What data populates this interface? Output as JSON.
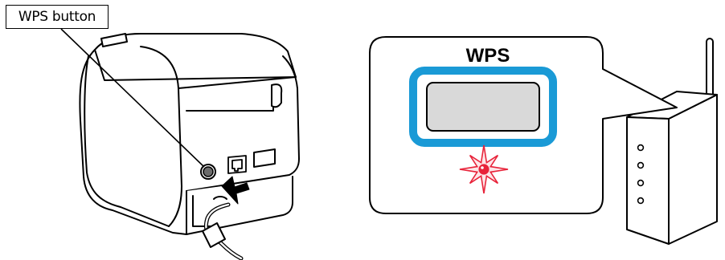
{
  "callout": {
    "label": "WPS button"
  },
  "panel": {
    "title": "WPS"
  },
  "colors": {
    "accent_blue": "#1a9ad6",
    "alert_red": "#e8233a",
    "display_grey": "#d9d9d9",
    "line": "#000000"
  },
  "icons": [
    "printer",
    "wps-button-icon",
    "ethernet-port-icon",
    "arrow-icon",
    "cable",
    "wps-led-flash-icon",
    "wireless-router-icon",
    "antenna-icon"
  ]
}
